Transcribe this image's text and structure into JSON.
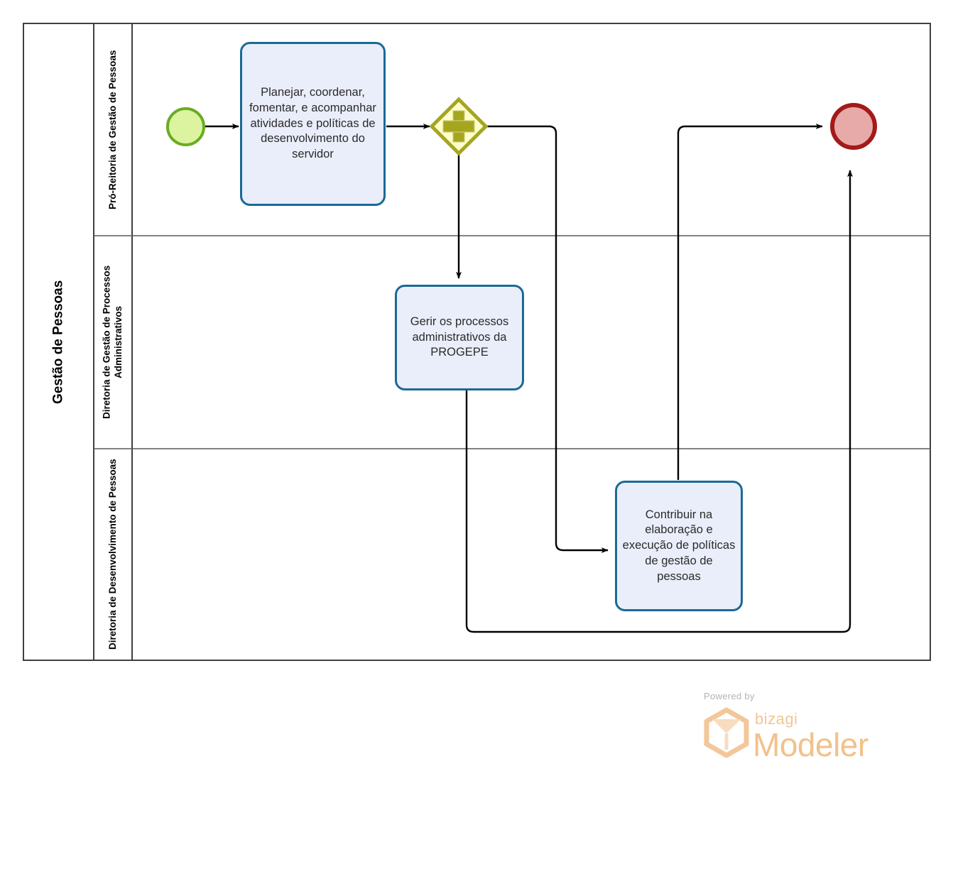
{
  "pool": {
    "label": "Gestão de Pessoas"
  },
  "lanes": [
    {
      "id": "lane-pro-reitoria",
      "label": "Pró-Reitoria de Gestão de Pessoas"
    },
    {
      "id": "lane-processos-administrativos",
      "label": "Diretoria de Gestão de Processos Administrativos"
    },
    {
      "id": "lane-desenvolvimento-pessoas",
      "label": "Diretoria de Desenvolvimento de Pessoas"
    }
  ],
  "nodes": {
    "start_event": {
      "name": "start-event",
      "type": "start-event",
      "label": ""
    },
    "task_planejar": {
      "name": "task-planejar-coordenar",
      "type": "task",
      "label": "Planejar, coordenar, fomentar, e acompanhar atividades e políticas de desenvolvimento do servidor"
    },
    "gateway_parallel": {
      "name": "parallel-gateway",
      "type": "parallel-gateway",
      "symbol": "plus",
      "label": ""
    },
    "task_gerir": {
      "name": "task-gerir-processos",
      "type": "task",
      "label": "Gerir os processos administrativos da PROGEPE"
    },
    "task_contribuir": {
      "name": "task-contribuir-elaboracao",
      "type": "task",
      "label": "Contribuir na elaboração e execução de políticas de gestão de pessoas"
    },
    "end_event": {
      "name": "end-event",
      "type": "end-event",
      "label": ""
    }
  },
  "colors": {
    "task_fill": "#EAEEFA",
    "task_stroke": "#1A6A96",
    "start_fill": "#DCF4A0",
    "start_stroke": "#6AAC23",
    "end_fill": "#E8A9A9",
    "end_stroke": "#A31A1A",
    "gateway_fill": "#FFFFCC",
    "gateway_stroke": "#A5A520",
    "connector": "#000000",
    "pool_stroke": "#404040",
    "lane_stroke": "#595959",
    "watermark": "#F2C18A"
  },
  "watermark": {
    "powered_by": "Powered by",
    "brand": "bizagi",
    "product": "Modeler"
  }
}
